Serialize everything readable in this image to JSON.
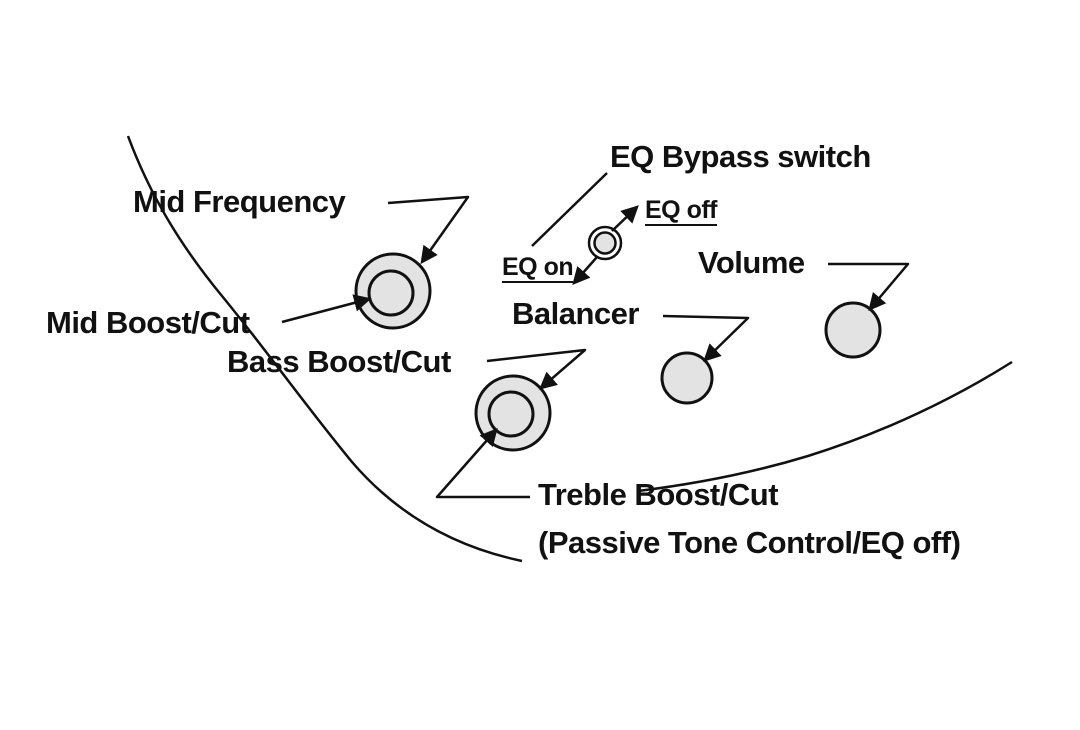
{
  "diagram": {
    "title": "Bass EQ control layout diagram",
    "labels": {
      "mid_frequency": "Mid Frequency",
      "mid_boost_cut": "Mid Boost/Cut",
      "bass_boost_cut": "Bass Boost/Cut",
      "eq_bypass_switch": "EQ Bypass switch",
      "eq_off": "EQ off",
      "eq_on": "EQ on",
      "volume": "Volume",
      "balancer": "Balancer",
      "treble_boost_cut": "Treble Boost/Cut",
      "passive_tone": "(Passive Tone Control/EQ off)"
    },
    "knobs": [
      {
        "name": "mid-stacked-knob",
        "description": "concentric stacked knob: Mid Frequency (outer) / Mid Boost-Cut (inner)"
      },
      {
        "name": "bass-treble-stacked-knob",
        "description": "concentric stacked knob: Bass Boost/Cut (outer) / Treble Boost/Cut (inner)"
      },
      {
        "name": "balancer-knob",
        "description": "Balancer knob"
      },
      {
        "name": "volume-knob",
        "description": "Volume knob"
      },
      {
        "name": "eq-bypass-switch",
        "description": "EQ bypass mini switch, up = EQ off, down = EQ on"
      }
    ],
    "colors": {
      "line": "#111111",
      "text": "#111111",
      "knob_fill": "#e3e3e3",
      "background": "#ffffff"
    }
  }
}
